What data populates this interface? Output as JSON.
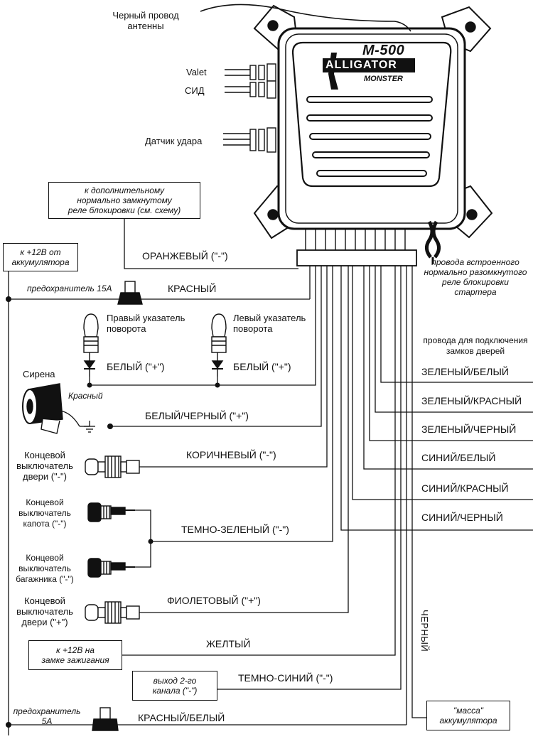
{
  "module": {
    "model": "M-500",
    "brand": "ALLIGATOR",
    "series": "MONSTER"
  },
  "labels": {
    "antenna": "Черный провод\nантенны",
    "valet": "Valet",
    "led": "СИД",
    "shock_sensor": "Датчик удара",
    "starter_relay_note": "провода встроенного\nнормально разомкнутого\nреле блокировки\nстартера",
    "door_locks_note": "провода для подключения\nзамков дверей",
    "right_turn": "Правый указатель\nповорота",
    "left_turn": "Левый указатель\nповорота",
    "siren": "Сирена",
    "siren_wire": "Красный",
    "fuse_15a": "предохранитель 15А",
    "fuse_5a": "предохранитель\n5А",
    "door_switch_minus": "Концевой\nвыключатель\nдвери (\"-\")",
    "hood_switch": "Концевой\nвыключатель\nкапота (\"-\")",
    "trunk_switch": "Концевой\nвыключатель\nбагажника (\"-\")",
    "door_switch_plus": "Концевой\nвыключатель\nдвери (\"+\")"
  },
  "boxes": {
    "blocking_relay": "к дополнительному\nнормально замкнутому\nреле блокировки (см. схему)",
    "battery_12v": "к +12В от\nаккумулятора",
    "ignition_12v": "к +12В на\nзамке зажигания",
    "channel2": "выход 2-го\nканала (\"-\")",
    "ground": "\"масса\"\nаккумулятора"
  },
  "wires": {
    "orange": "ОРАНЖЕВЫЙ (\"-\")",
    "red": "КРАСНЫЙ",
    "white_1": "БЕЛЫЙ (\"+\")",
    "white_2": "БЕЛЫЙ (\"+\")",
    "white_black": "БЕЛЫЙ/ЧЕРНЫЙ (\"+\")",
    "brown": "КОРИЧНЕВЫЙ (\"-\")",
    "dark_green": "ТЕМНО-ЗЕЛЕНЫЙ (\"-\")",
    "violet": "ФИОЛЕТОВЫЙ (\"+\")",
    "yellow": "ЖЕЛТЫЙ",
    "dark_blue": "ТЕМНО-СИНИЙ (\"-\")",
    "red_white": "КРАСНЫЙ/БЕЛЫЙ",
    "black": "ЧЕРНЫЙ",
    "green_white": "ЗЕЛЕНЫЙ/БЕЛЫЙ",
    "green_red": "ЗЕЛЕНЫЙ/КРАСНЫЙ",
    "green_black": "ЗЕЛЕНЫЙ/ЧЕРНЫЙ",
    "blue_white": "СИНИЙ/БЕЛЫЙ",
    "blue_red": "СИНИЙ/КРАСНЫЙ",
    "blue_black": "СИНИЙ/ЧЕРНЫЙ"
  }
}
